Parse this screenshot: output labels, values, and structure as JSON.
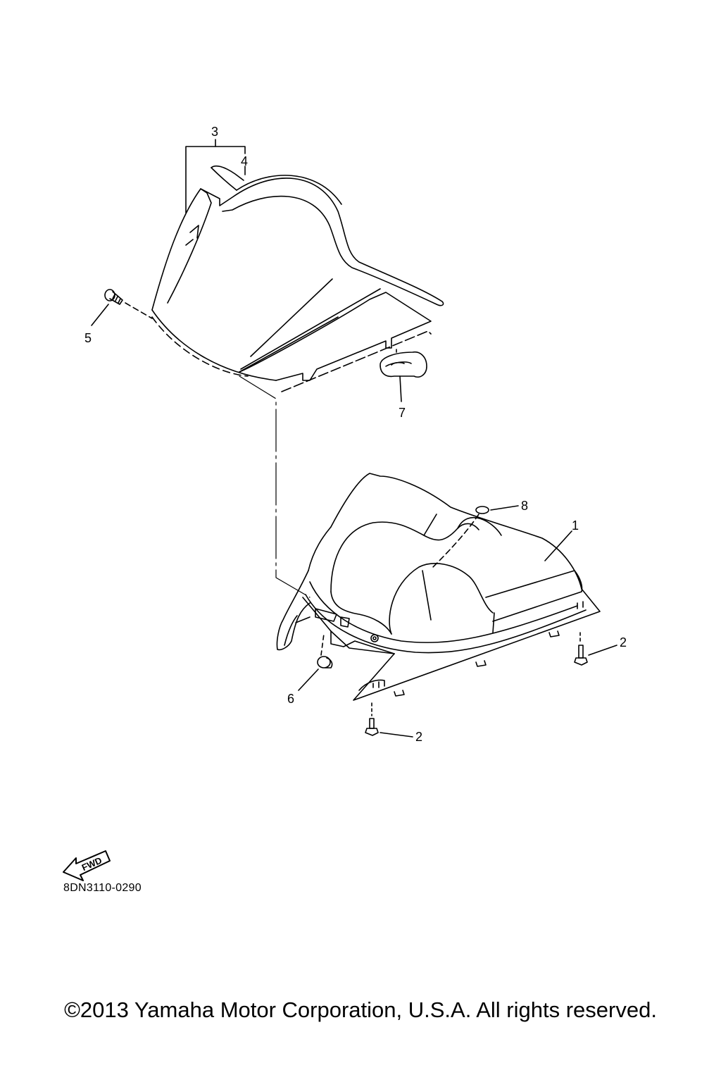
{
  "callouts": {
    "c1": "1",
    "c2a": "2",
    "c2b": "2",
    "c3": "3",
    "c4": "4",
    "c5": "5",
    "c6": "6",
    "c7": "7",
    "c8": "8"
  },
  "fwd_label": "FWD",
  "diagram_code": "8DN3110-0290",
  "copyright": "©2013 Yamaha Motor Corporation, U.S.A. All rights reserved."
}
